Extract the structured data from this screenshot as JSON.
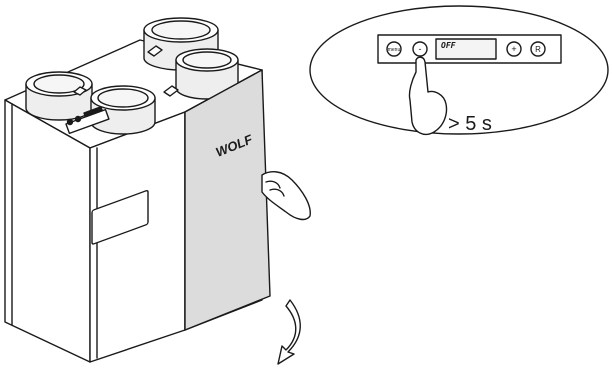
{
  "device": {
    "brand": "WOLF"
  },
  "panel": {
    "menu_label": "menu",
    "minus_label": "-",
    "display_text": "OFF",
    "plus_label": "+",
    "reset_label": "R"
  },
  "instruction": {
    "hold_time": "> 5 s"
  },
  "colors": {
    "line": "#1a1a1a",
    "front_panel": "#dcdcdc",
    "body": "#ffffff",
    "duct": "#eeeeee"
  }
}
